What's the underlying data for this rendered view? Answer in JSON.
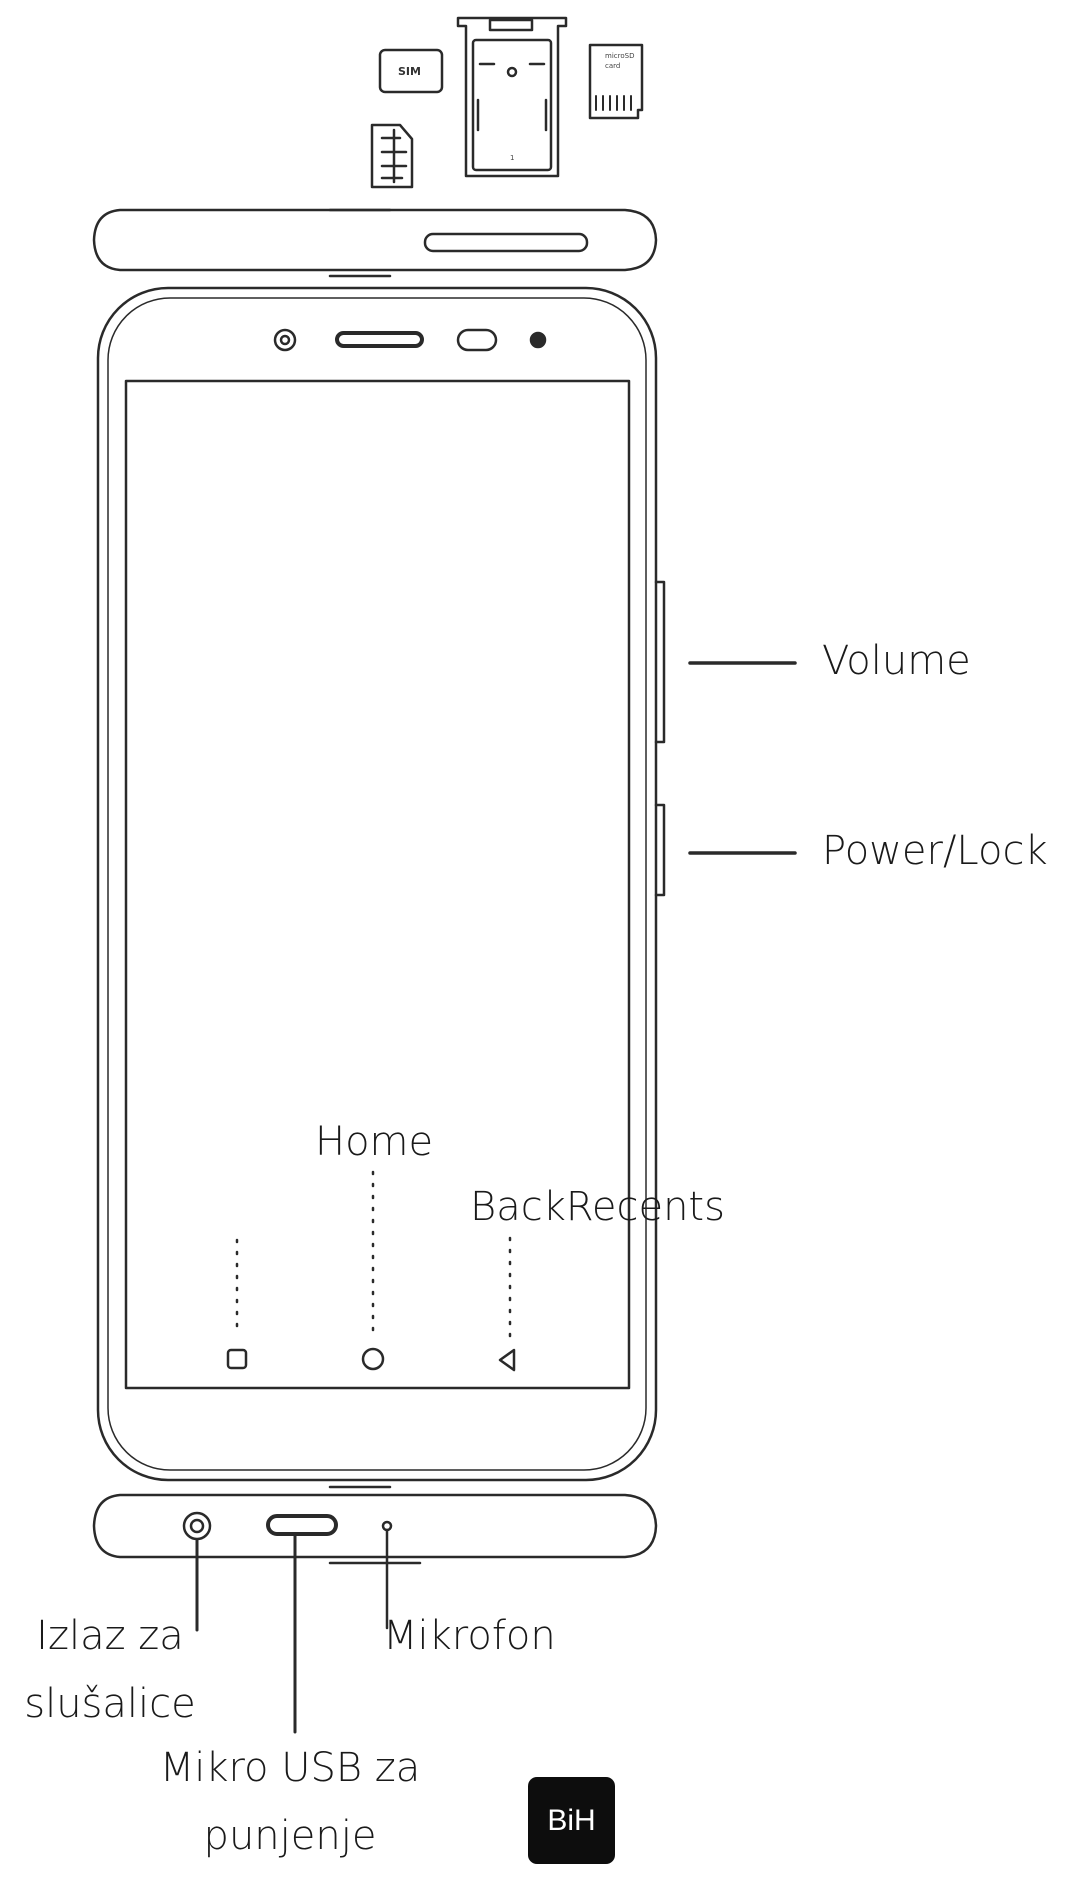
{
  "sim_card": {
    "label": "SIM"
  },
  "microsd_card": {
    "label_line1": "microSD",
    "label_line2": "card"
  },
  "tray": {
    "slot_number": "1"
  },
  "labels": {
    "volume": "Volume",
    "power_lock": "Power/Lock",
    "home": "Home",
    "back_recents": "BackRecents",
    "headphone_line1": "Izlaz za",
    "headphone_line2": "slušalice",
    "microphone": "Mikrofon",
    "usb_line1": "Mikro USB za",
    "usb_line2": "punjenje"
  },
  "badge": {
    "text": "BiH"
  },
  "colors": {
    "line": "#2a2a2a",
    "badge": "#0d0d0d"
  }
}
